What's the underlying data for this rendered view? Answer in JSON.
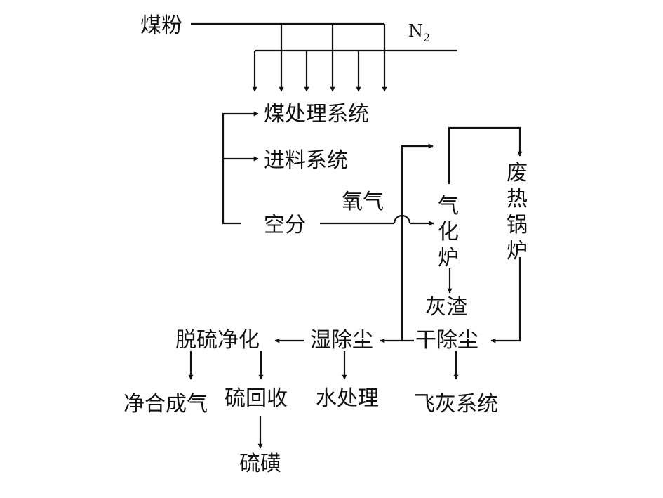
{
  "nodes": {
    "coal_powder": "煤粉",
    "n2": "N",
    "n2_sub": "2",
    "coal_processing": "煤处理系统",
    "feed_system": "进料系统",
    "air_separation": "空分",
    "oxygen": "氧气",
    "gasifier": [
      "气",
      "化",
      "炉"
    ],
    "waste_heat_boiler": [
      "废",
      "热",
      "锅",
      "炉"
    ],
    "ash_slag": "灰渣",
    "dry_dust_removal": "干除尘",
    "wet_dust_removal": "湿除尘",
    "desulfurization": "脱硫净化",
    "clean_syngas": "净合成气",
    "sulfur_recovery": "硫回收",
    "water_treatment": "水处理",
    "fly_ash_system": "飞灰系统",
    "sulfur": "硫磺"
  }
}
